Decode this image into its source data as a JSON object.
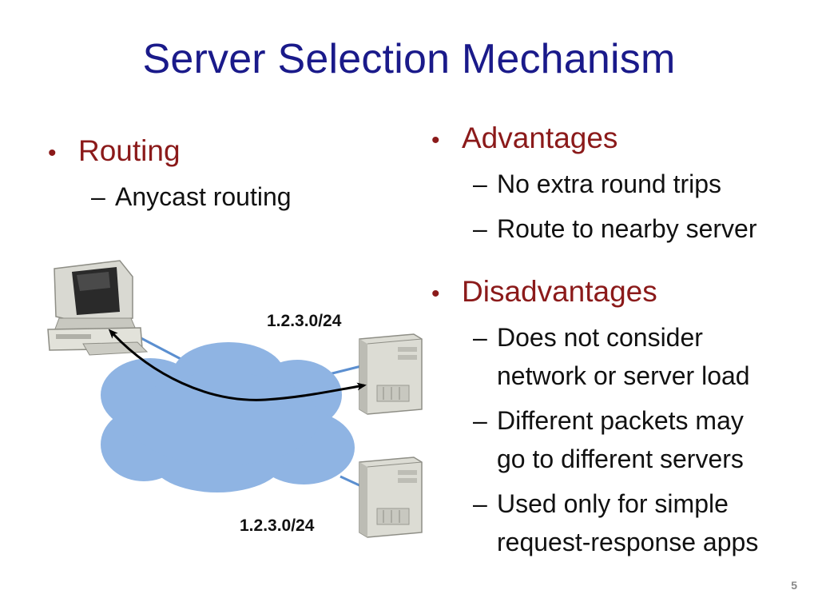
{
  "title": "Server Selection Mechanism",
  "left": {
    "heading": "Routing",
    "sub": "Anycast routing"
  },
  "right": {
    "advantages": {
      "heading": "Advantages",
      "items": [
        "No extra round trips",
        "Route to nearby server"
      ]
    },
    "disadvantages": {
      "heading": "Disadvantages",
      "items": [
        {
          "line1": "Does not consider",
          "line2": "network or server load"
        },
        {
          "line1": "Different packets may",
          "line2": "go to different servers"
        },
        {
          "line1": "Used only for simple",
          "line2": "request-response apps"
        }
      ]
    }
  },
  "diagram": {
    "label_top": "1.2.3.0/24",
    "label_bottom": "1.2.3.0/24",
    "cloud_color": "#8fb4e3",
    "link_color": "#5b8fd0"
  },
  "page_number": "5",
  "colors": {
    "title": "#1a1a8a",
    "level1": "#8b1a1a"
  },
  "bullet_symbol": "•",
  "dash_symbol": "–"
}
